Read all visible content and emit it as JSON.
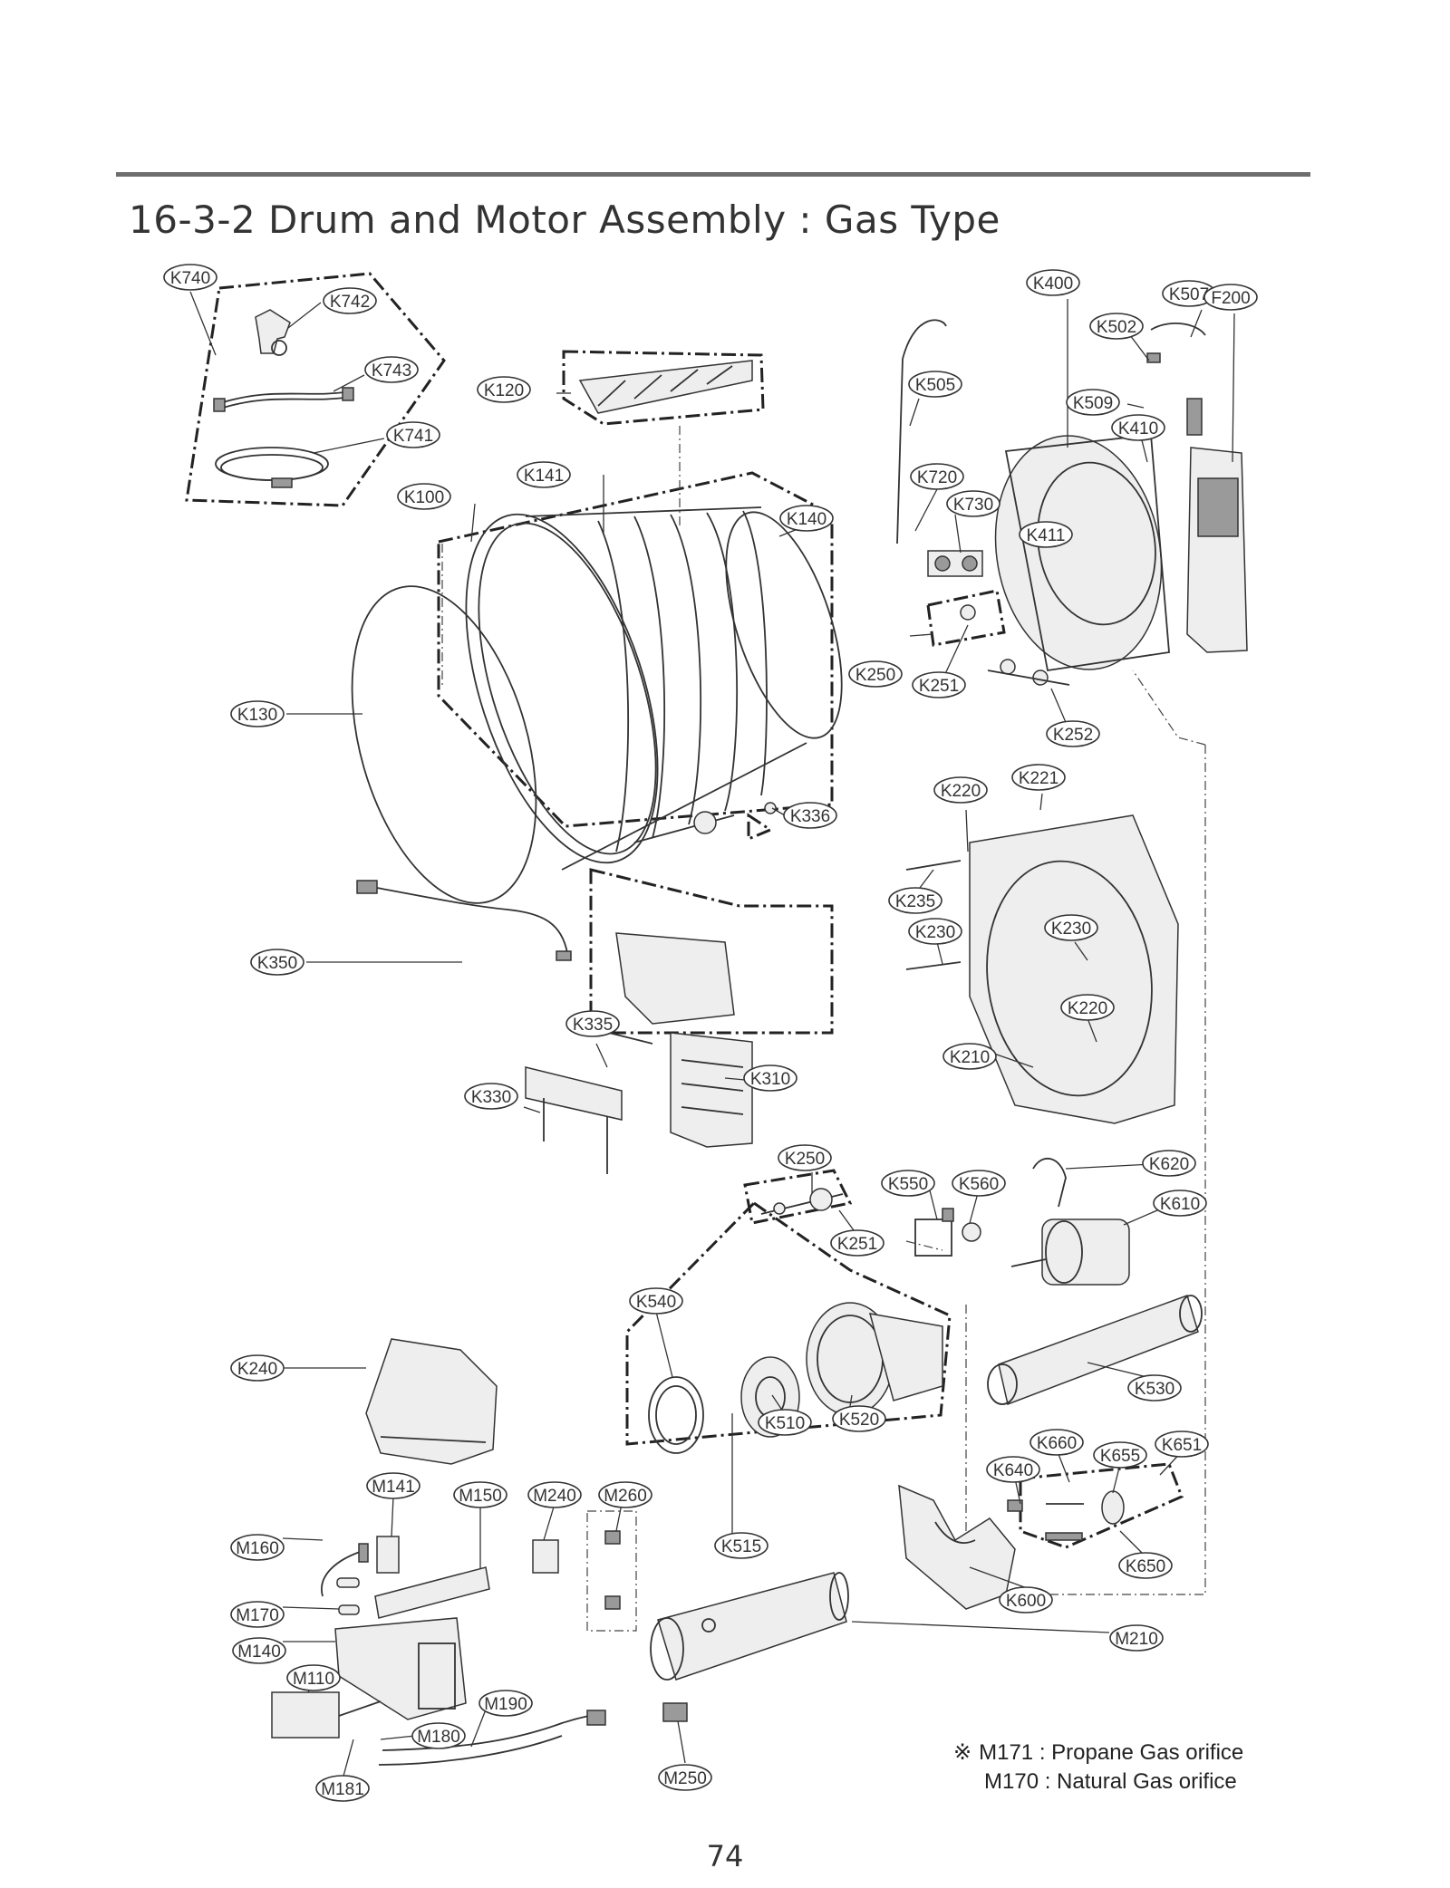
{
  "title": "16-3-2 Drum and Motor Assembly : Gas Type",
  "page_number": "74",
  "notes": [
    {
      "mark": "※",
      "text": "M171 : Propane Gas orifice"
    },
    {
      "mark": "",
      "text": "M170 : Natural Gas orifice"
    }
  ],
  "callouts": [
    {
      "id": "K740",
      "label": "K740"
    },
    {
      "id": "K742",
      "label": "K742"
    },
    {
      "id": "K743",
      "label": "K743"
    },
    {
      "id": "K741",
      "label": "K741"
    },
    {
      "id": "K120",
      "label": "K120"
    },
    {
      "id": "K141",
      "label": "K141"
    },
    {
      "id": "K100",
      "label": "K100"
    },
    {
      "id": "K140",
      "label": "K140"
    },
    {
      "id": "K130",
      "label": "K130"
    },
    {
      "id": "K336",
      "label": "K336"
    },
    {
      "id": "K350",
      "label": "K350"
    },
    {
      "id": "K335",
      "label": "K335"
    },
    {
      "id": "K310",
      "label": "K310"
    },
    {
      "id": "K330",
      "label": "K330"
    },
    {
      "id": "K400",
      "label": "K400"
    },
    {
      "id": "K507",
      "label": "K507"
    },
    {
      "id": "F200",
      "label": "F200"
    },
    {
      "id": "K502",
      "label": "K502"
    },
    {
      "id": "K505",
      "label": "K505"
    },
    {
      "id": "K509",
      "label": "K509"
    },
    {
      "id": "K410",
      "label": "K410"
    },
    {
      "id": "K720",
      "label": "K720"
    },
    {
      "id": "K730",
      "label": "K730"
    },
    {
      "id": "K411",
      "label": "K411"
    },
    {
      "id": "K250a",
      "label": "K250"
    },
    {
      "id": "K251a",
      "label": "K251"
    },
    {
      "id": "K252",
      "label": "K252"
    },
    {
      "id": "K221",
      "label": "K221"
    },
    {
      "id": "K220a",
      "label": "K220"
    },
    {
      "id": "K235",
      "label": "K235"
    },
    {
      "id": "K230a",
      "label": "K230"
    },
    {
      "id": "K230b",
      "label": "K230"
    },
    {
      "id": "K220b",
      "label": "K220"
    },
    {
      "id": "K210",
      "label": "K210"
    },
    {
      "id": "K250b",
      "label": "K250"
    },
    {
      "id": "K251b",
      "label": "K251"
    },
    {
      "id": "K550",
      "label": "K550"
    },
    {
      "id": "K560",
      "label": "K560"
    },
    {
      "id": "K620",
      "label": "K620"
    },
    {
      "id": "K610",
      "label": "K610"
    },
    {
      "id": "K540",
      "label": "K540"
    },
    {
      "id": "K240",
      "label": "K240"
    },
    {
      "id": "K530",
      "label": "K530"
    },
    {
      "id": "K510",
      "label": "K510"
    },
    {
      "id": "K520",
      "label": "K520"
    },
    {
      "id": "K660",
      "label": "K660"
    },
    {
      "id": "K655",
      "label": "K655"
    },
    {
      "id": "K651",
      "label": "K651"
    },
    {
      "id": "K640",
      "label": "K640"
    },
    {
      "id": "K515",
      "label": "K515"
    },
    {
      "id": "K650",
      "label": "K650"
    },
    {
      "id": "K600",
      "label": "K600"
    },
    {
      "id": "M141",
      "label": "M141"
    },
    {
      "id": "M150",
      "label": "M150"
    },
    {
      "id": "M240",
      "label": "M240"
    },
    {
      "id": "M260",
      "label": "M260"
    },
    {
      "id": "M160",
      "label": "M160"
    },
    {
      "id": "M170",
      "label": "M170"
    },
    {
      "id": "M140",
      "label": "M140"
    },
    {
      "id": "M110",
      "label": "M110"
    },
    {
      "id": "M210",
      "label": "M210"
    },
    {
      "id": "M190",
      "label": "M190"
    },
    {
      "id": "M180",
      "label": "M180"
    },
    {
      "id": "M181",
      "label": "M181"
    },
    {
      "id": "M250",
      "label": "M250"
    }
  ]
}
